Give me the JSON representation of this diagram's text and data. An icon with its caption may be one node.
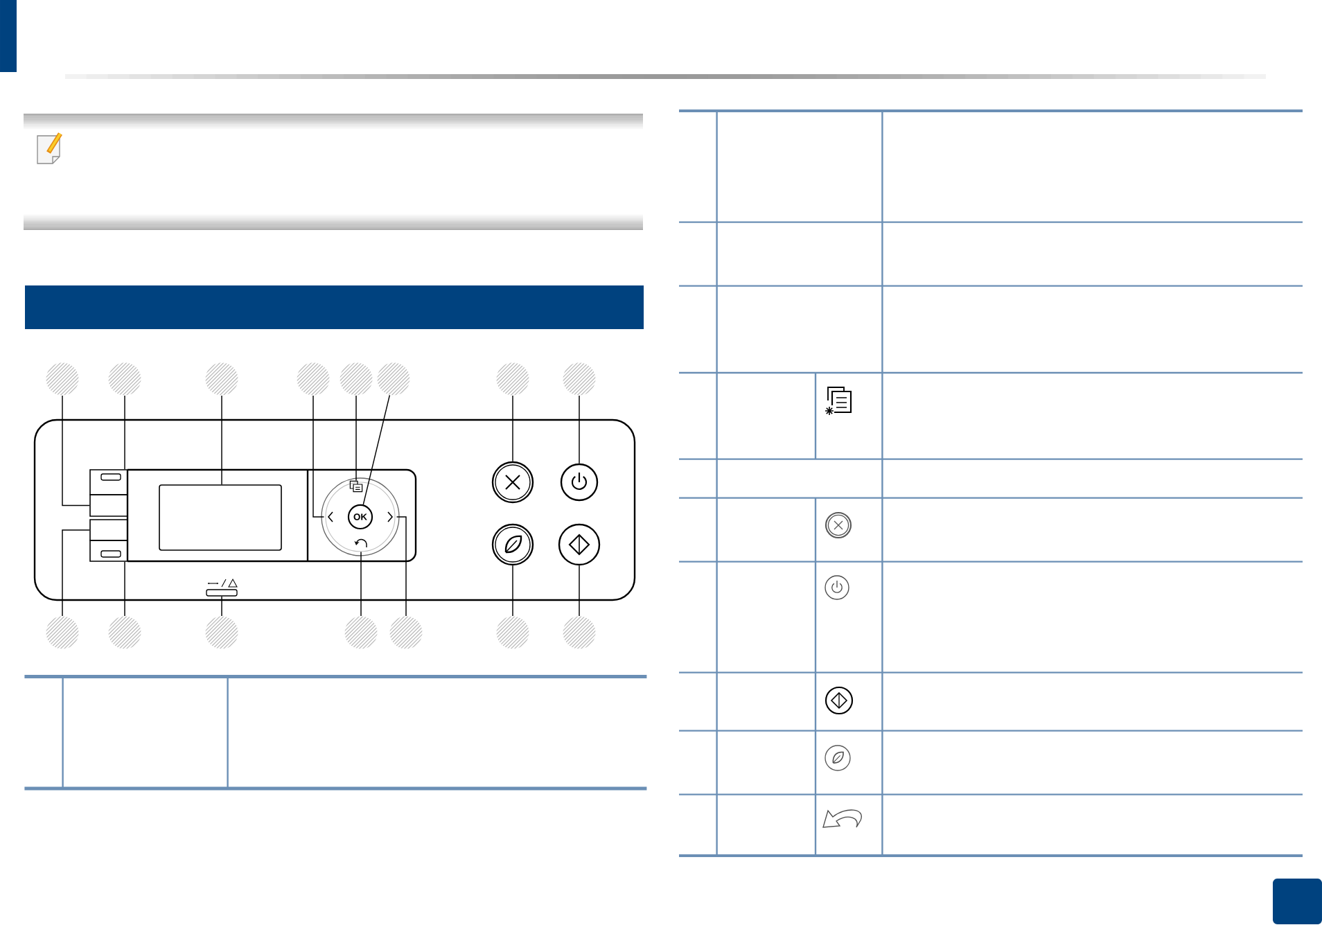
{
  "diagram": {
    "nodes": [
      {
        "text": [],
        "shape": "bar"
      },
      {
        "text": [],
        "shape": "circle"
      },
      {
        "text": [],
        "shape": "circle"
      },
      {
        "text": [],
        "shape": "circle"
      },
      {
        "text": [],
        "shape": "circle"
      },
      {
        "text": [],
        "shape": "circle"
      },
      {
        "text": [],
        "shape": "circle"
      },
      {
        "text": [],
        "shape": "circle"
      },
      {
        "text": [],
        "shape": "circle"
      },
      {
        "text": [],
        "shape": "box"
      },
      {
        "text": [],
        "shape": "box"
      },
      {
        "text": [],
        "shape": "box"
      },
      {
        "text": [],
        "shape": "box"
      },
      {
        "text": [],
        "shape": "box"
      },
      {
        "text": [],
        "shape": "bar"
      },
      {
        "text": [],
        "shape": "picture"
      },
      {
        "text": [],
        "shape": "picture"
      },
      {
        "text": [
          "OK"
        ]
      },
      {
        "text": [],
        "shape": "picture"
      },
      {
        "text": [],
        "shape": "picture"
      },
      {
        "text": [],
        "shape": "circle"
      },
      {
        "text": [],
        "shape": "circle"
      },
      {
        "text": [],
        "shape": "circle"
      },
      {
        "text": [],
        "shape": "circle"
      },
      {
        "text": [],
        "shape": "circle"
      },
      {
        "text": [],
        "shape": "circle"
      },
      {
        "text": [],
        "shape": "circle"
      },
      {
        "text": [],
        "shape": "circle"
      },
      {
        "text": [],
        "shape": "circle"
      },
      {
        "text": [],
        "shape": "circle"
      },
      {
        "text": [],
        "shape": "circle"
      }
    ],
    "edges": [
      {
        "from": 1,
        "to": 10,
        "arrow": "none"
      },
      {
        "from": 2,
        "to": 9,
        "arrow": "none"
      },
      {
        "from": 3,
        "to": 13,
        "arrow": "none"
      },
      {
        "from": 4,
        "to": 16,
        "arrow": "none"
      },
      {
        "from": 5,
        "to": 15,
        "arrow": "none"
      },
      {
        "from": 6,
        "to": 17,
        "arrow": "none"
      },
      {
        "from": 7,
        "to": 20,
        "arrow": "none"
      },
      {
        "from": 8,
        "to": 21,
        "arrow": "none"
      },
      {
        "from": 24,
        "to": 11,
        "arrow": "none"
      },
      {
        "from": 25,
        "to": 12,
        "arrow": "none"
      },
      {
        "from": 26,
        "to": 14,
        "arrow": "none"
      },
      {
        "from": 27,
        "to": 19,
        "arrow": "none"
      },
      {
        "from": 28,
        "to": 18,
        "arrow": "none"
      },
      {
        "from": 29,
        "to": 22,
        "arrow": "none"
      },
      {
        "from": 30,
        "to": 23,
        "arrow": "none"
      }
    ]
  }
}
